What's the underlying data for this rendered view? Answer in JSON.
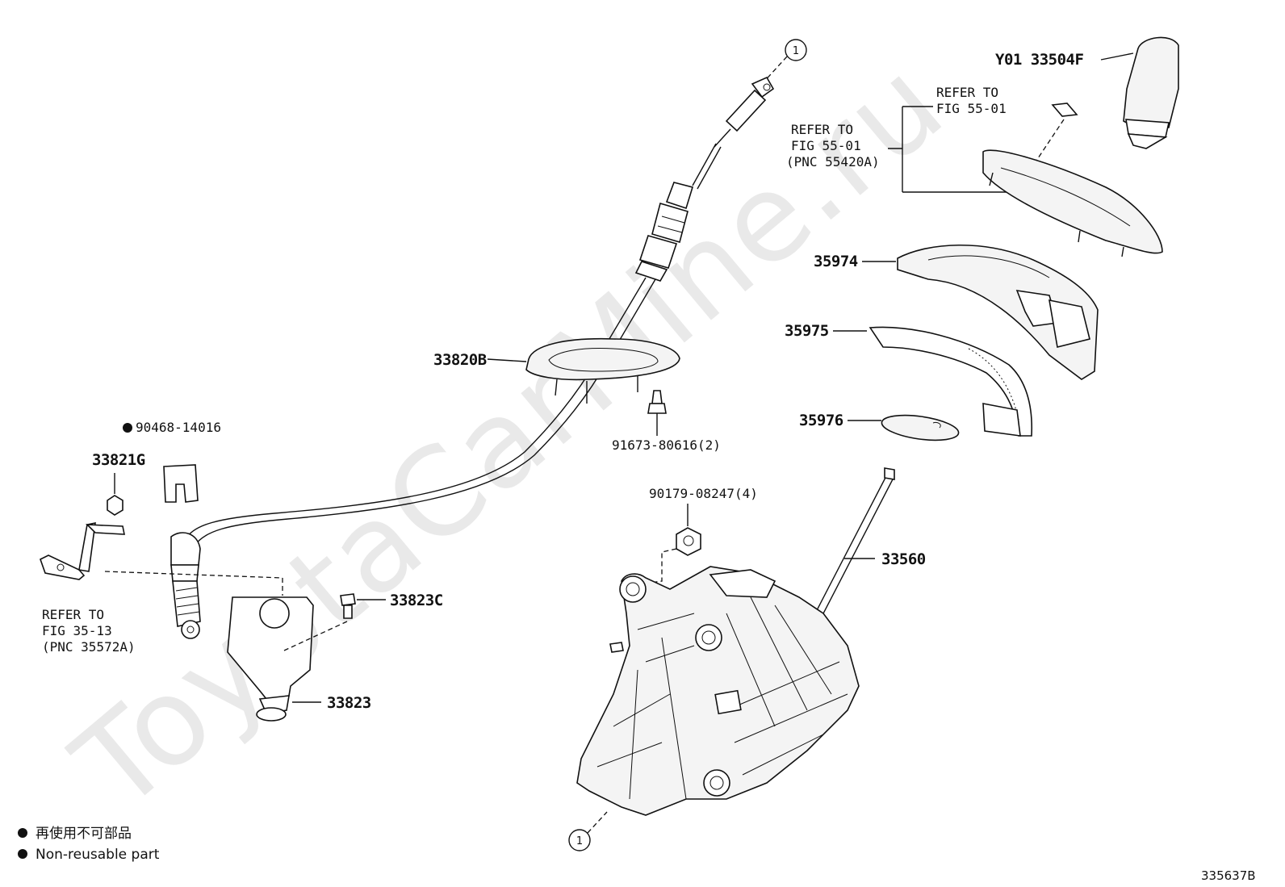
{
  "watermark": "ToyotaCarMine.ru",
  "callouts": {
    "circle_top": "1",
    "circle_bottom": "1"
  },
  "parts": {
    "knob": "Y01 33504F",
    "bezel_ref_top": [
      "REFER TO",
      "FIG 55-01"
    ],
    "bezel_ref_left": [
      "REFER TO",
      "FIG 55-01",
      "(PNC 55420A)"
    ],
    "indicator_housing": "35974",
    "indicator_plate": "35975",
    "indicator_lens": "35976",
    "cable_boot": "33820B",
    "boot_screw": "91673-80616(2)",
    "clip": "90468-14016",
    "bracket_nut": "33821G",
    "bracket_ref": [
      "REFER TO",
      "FIG 35-13",
      "(PNC 35572A)"
    ],
    "bolt": "33823C",
    "cable_bracket": "33823",
    "shifter_nut": "90179-08247(4)",
    "shifter_assy": "33560"
  },
  "legend": {
    "jp": "再使用不可部品",
    "en": "Non-reusable part"
  },
  "diagram_code": "335637B"
}
